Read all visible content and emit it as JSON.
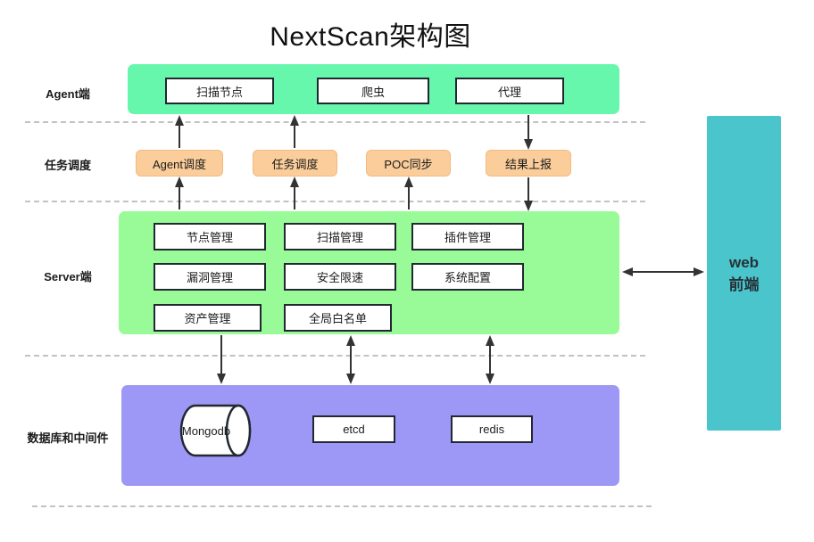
{
  "title": "NextScan架构图",
  "rows": {
    "agent": {
      "label": "Agent端",
      "nodes": [
        {
          "label": "扫描节点"
        },
        {
          "label": "爬虫"
        },
        {
          "label": "代理"
        }
      ]
    },
    "scheduler": {
      "label": "任务调度",
      "nodes": [
        {
          "label": "Agent调度"
        },
        {
          "label": "任务调度"
        },
        {
          "label": "POC同步"
        },
        {
          "label": "结果上报"
        }
      ]
    },
    "server": {
      "label": "Server端",
      "nodes": [
        {
          "label": "节点管理"
        },
        {
          "label": "扫描管理"
        },
        {
          "label": "插件管理"
        },
        {
          "label": "漏洞管理"
        },
        {
          "label": "安全限速"
        },
        {
          "label": "系统配置"
        },
        {
          "label": "资产管理"
        },
        {
          "label": "全局白名单"
        }
      ]
    },
    "database": {
      "label": "数据库和中间件",
      "nodes": [
        {
          "label": "Mongodb",
          "shape": "cylinder"
        },
        {
          "label": "etcd",
          "shape": "rect"
        },
        {
          "label": "redis",
          "shape": "rect"
        }
      ]
    }
  },
  "frontend": {
    "lines": [
      "web",
      "前端"
    ]
  },
  "colors": {
    "agent_band": "#66F6AC",
    "server_band": "#98FB98",
    "database_band": "#9D97F5",
    "frontend_band": "#4AC5CC",
    "scheduler_node": "#FACD9A",
    "node_border": "#222831",
    "arrow": "#333333",
    "separator": "#c2c2c2"
  }
}
